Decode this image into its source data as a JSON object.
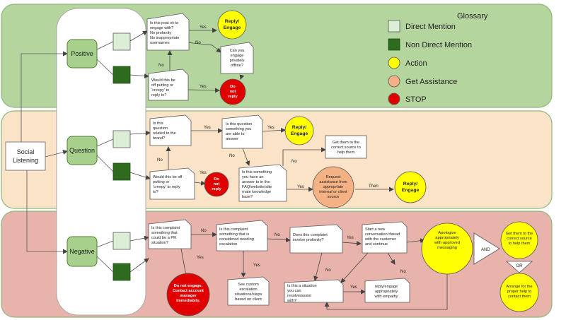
{
  "colors": {
    "positive_band": "#b5d59f",
    "question_band": "#fbe3c8",
    "negative_band": "#e8b3ab",
    "band_stroke": "#8fb87a",
    "sentiment_fill": "#a7d08c",
    "sentiment_stroke": "#4f7e33",
    "direct_mention": "#dcefd6",
    "non_direct_mention": "#2e6b1f",
    "action": "#ffff00",
    "get_assistance": "#f4b183",
    "stop": "#e00000"
  },
  "glossary": {
    "title": "Glossary",
    "direct_mention": "Direct Mention",
    "non_direct_mention": "Non Direct Mention",
    "action": "Action",
    "get_assistance": "Get Assistance",
    "stop": "STOP"
  },
  "root": {
    "label_1": "Social",
    "label_2": "Listening"
  },
  "sentiments": {
    "positive": "Positive",
    "question": "Question",
    "negative": "Negative"
  },
  "positive": {
    "q_post_ok": [
      "Is this post ok to",
      "engage with?",
      "No profanity",
      "No inappropriate",
      "usernames"
    ],
    "q_off_putting": [
      "Would this be",
      "off putting or",
      "'creepy' to",
      "reply to?"
    ],
    "q_private": [
      "Can you",
      "engage",
      "privately",
      "offline?"
    ],
    "reply_1": "Reply/",
    "reply_2": "Engage",
    "stop_1": "Do",
    "stop_2": "not",
    "stop_3": "reply",
    "yes_1": "Yes",
    "no_1": "No",
    "no_2": "No",
    "yes_2": "Yes"
  },
  "question": {
    "q_brand": [
      "Is this",
      "question",
      "related to the",
      "brand?"
    ],
    "q_able": [
      "Is this question",
      "something you",
      "are able to",
      "answer"
    ],
    "q_faq": [
      "Is this something",
      "you have an",
      "answer to in the",
      "FAQ/website/alte",
      "rnate knowledge",
      "base?"
    ],
    "q_off_putting": [
      "Would this be off",
      "putting or",
      "'creepy' to reply",
      "to?"
    ],
    "correct_source": [
      "Get them to the",
      "correct source to",
      "help them"
    ],
    "assist": [
      "Request",
      "assistance from",
      "appropriate",
      "internal or client",
      "source"
    ],
    "reply_1": "Reply/",
    "reply_2": "Engage",
    "reply2_1": "Reply/",
    "reply2_2": "Engage",
    "stop_1": "Do",
    "stop_2": "not",
    "stop_3": "reply",
    "yes_1": "Yes",
    "yes_2": "Yes",
    "yes_3": "Yes",
    "yes_4": "Yes",
    "no_1": "No",
    "no_2": "No",
    "no_3": "No",
    "then": "Then"
  },
  "negative": {
    "q_pr": [
      "Is this complaint",
      "something that",
      "could be a PR",
      "situation?"
    ],
    "q_escalation": [
      "Is this complaint",
      "something that is",
      "considered needing",
      "escalation"
    ],
    "q_profanity": [
      "Does this complaint",
      "involve profanity?"
    ],
    "new_thread": [
      "Start a new",
      "conversation thread",
      "with the customer",
      "and continue"
    ],
    "custom_escalation": [
      "See custom",
      "escalation",
      "situations/steps",
      "based on client"
    ],
    "q_resolve": [
      "Is this a situation",
      "you can",
      "resolve/assist",
      "with?"
    ],
    "reply_empathy": [
      "reply/engage",
      "appropriately",
      "with empathy"
    ],
    "apologize": [
      "Apologize",
      "appropriately",
      "with approved",
      "messaging"
    ],
    "and": "AND",
    "or": "OR",
    "correct_source": [
      "Get them to the",
      "correct source",
      "to help them"
    ],
    "arrange_help": [
      "Arrange for the",
      "proper help to",
      "contact them"
    ],
    "do_not_engage": [
      "Do not engage.",
      "Contact account",
      "manager",
      "immediately."
    ],
    "no_1": "No",
    "no_2": "No",
    "no_3": "No",
    "no_4": "No",
    "yes_1": "Yes",
    "yes_2": "Yes",
    "yes_3": "Yes",
    "yes_4": "Yes"
  }
}
